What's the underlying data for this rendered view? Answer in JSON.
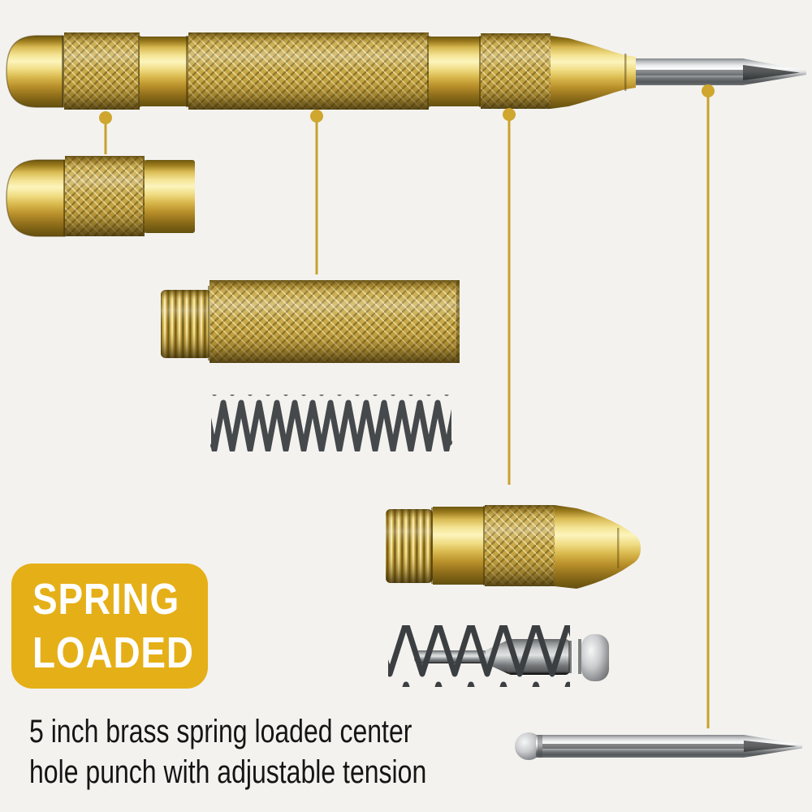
{
  "badge": {
    "line1": "SPRING",
    "line2": "LOADED"
  },
  "caption": {
    "line1": "5 inch brass spring loaded center",
    "line2": "hole punch with adjustable tension"
  },
  "colors": {
    "background": "#f3f2ef",
    "badge_bg": "#e5af17",
    "badge_text": "#ffffff",
    "caption_text": "#151515",
    "brass_highlight": "#fcf4bc",
    "brass_mid": "#d9b94e",
    "brass_shadow": "#6d5710",
    "steel_light": "#fafbfb",
    "steel_dark": "#55585a",
    "spring_dark": "#46494b",
    "leader_line": "#c9a12c"
  }
}
